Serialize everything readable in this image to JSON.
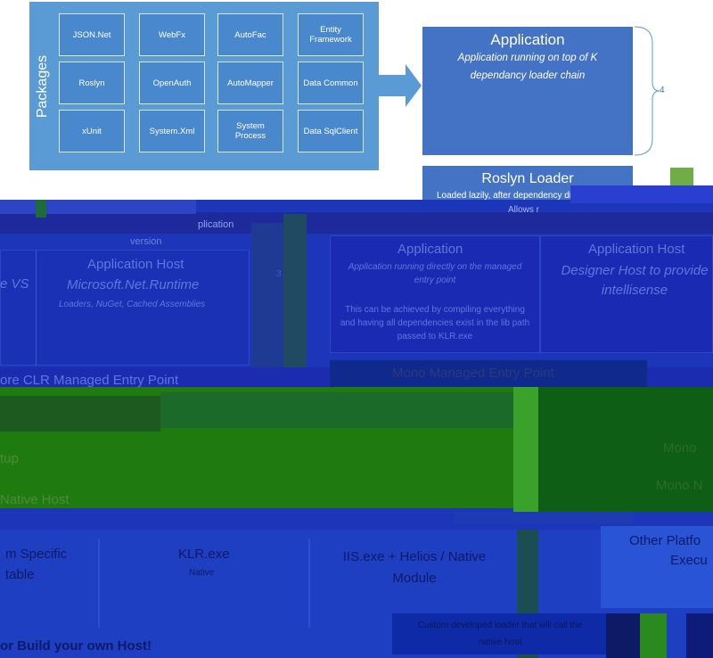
{
  "packages_panel": {
    "label": "Packages",
    "items": [
      "JSON.Net",
      "WebFx",
      "AutoFac",
      "Entity Framework",
      "Roslyn",
      "OpenAuth",
      "AutoMapper",
      "Data Common",
      "xUnit",
      "System.Xml",
      "System Process",
      "Data SqlClient"
    ]
  },
  "application_box": {
    "title": "Application",
    "subtitle": "Application running on top of K dependancy loader chain"
  },
  "brace_labels": {
    "top": "4",
    "mid": "3"
  },
  "roslyn_loader": {
    "title": "Roslyn Loader",
    "subtitle": "Loaded lazily, after dependency di",
    "allows": "Allows r"
  },
  "top_strip": {
    "fragment": "plication"
  },
  "left_column": {
    "version": "version",
    "vs_fragment": "e VS",
    "app_host_title": "Application Host",
    "app_host_name": "Microsoft.Net.Runtime",
    "app_host_desc": "Loaders, NuGet, Cached Assemblies",
    "core_clr": "ore CLR Managed Entry Point",
    "startup": "tup",
    "native_host": "Native Host",
    "specific": "m Specific",
    "table": "table",
    "build_host": "or Build your own Host!"
  },
  "middle_column": {
    "app_title": "Application",
    "app_desc_1": "Application running directly on the managed entry point",
    "app_desc_2": "This can be achieved by compiling everything and having all dependencies exist in the lib path passed to KLR.exe",
    "host_title": "Application Host",
    "host_desc": "Designer Host to provide intellisense",
    "mono_managed": "Mono Managed Entry Point",
    "klr_exe": "KLR.exe",
    "native": "Native",
    "iis": "IIS.exe + Helios / Native Module",
    "mono_right_1": "Mono",
    "mono_right_2": "Mono N",
    "other_platform": "Other Platfo",
    "exec": "Execu",
    "custom_loader": "Custom developed loader that will call the native host"
  }
}
